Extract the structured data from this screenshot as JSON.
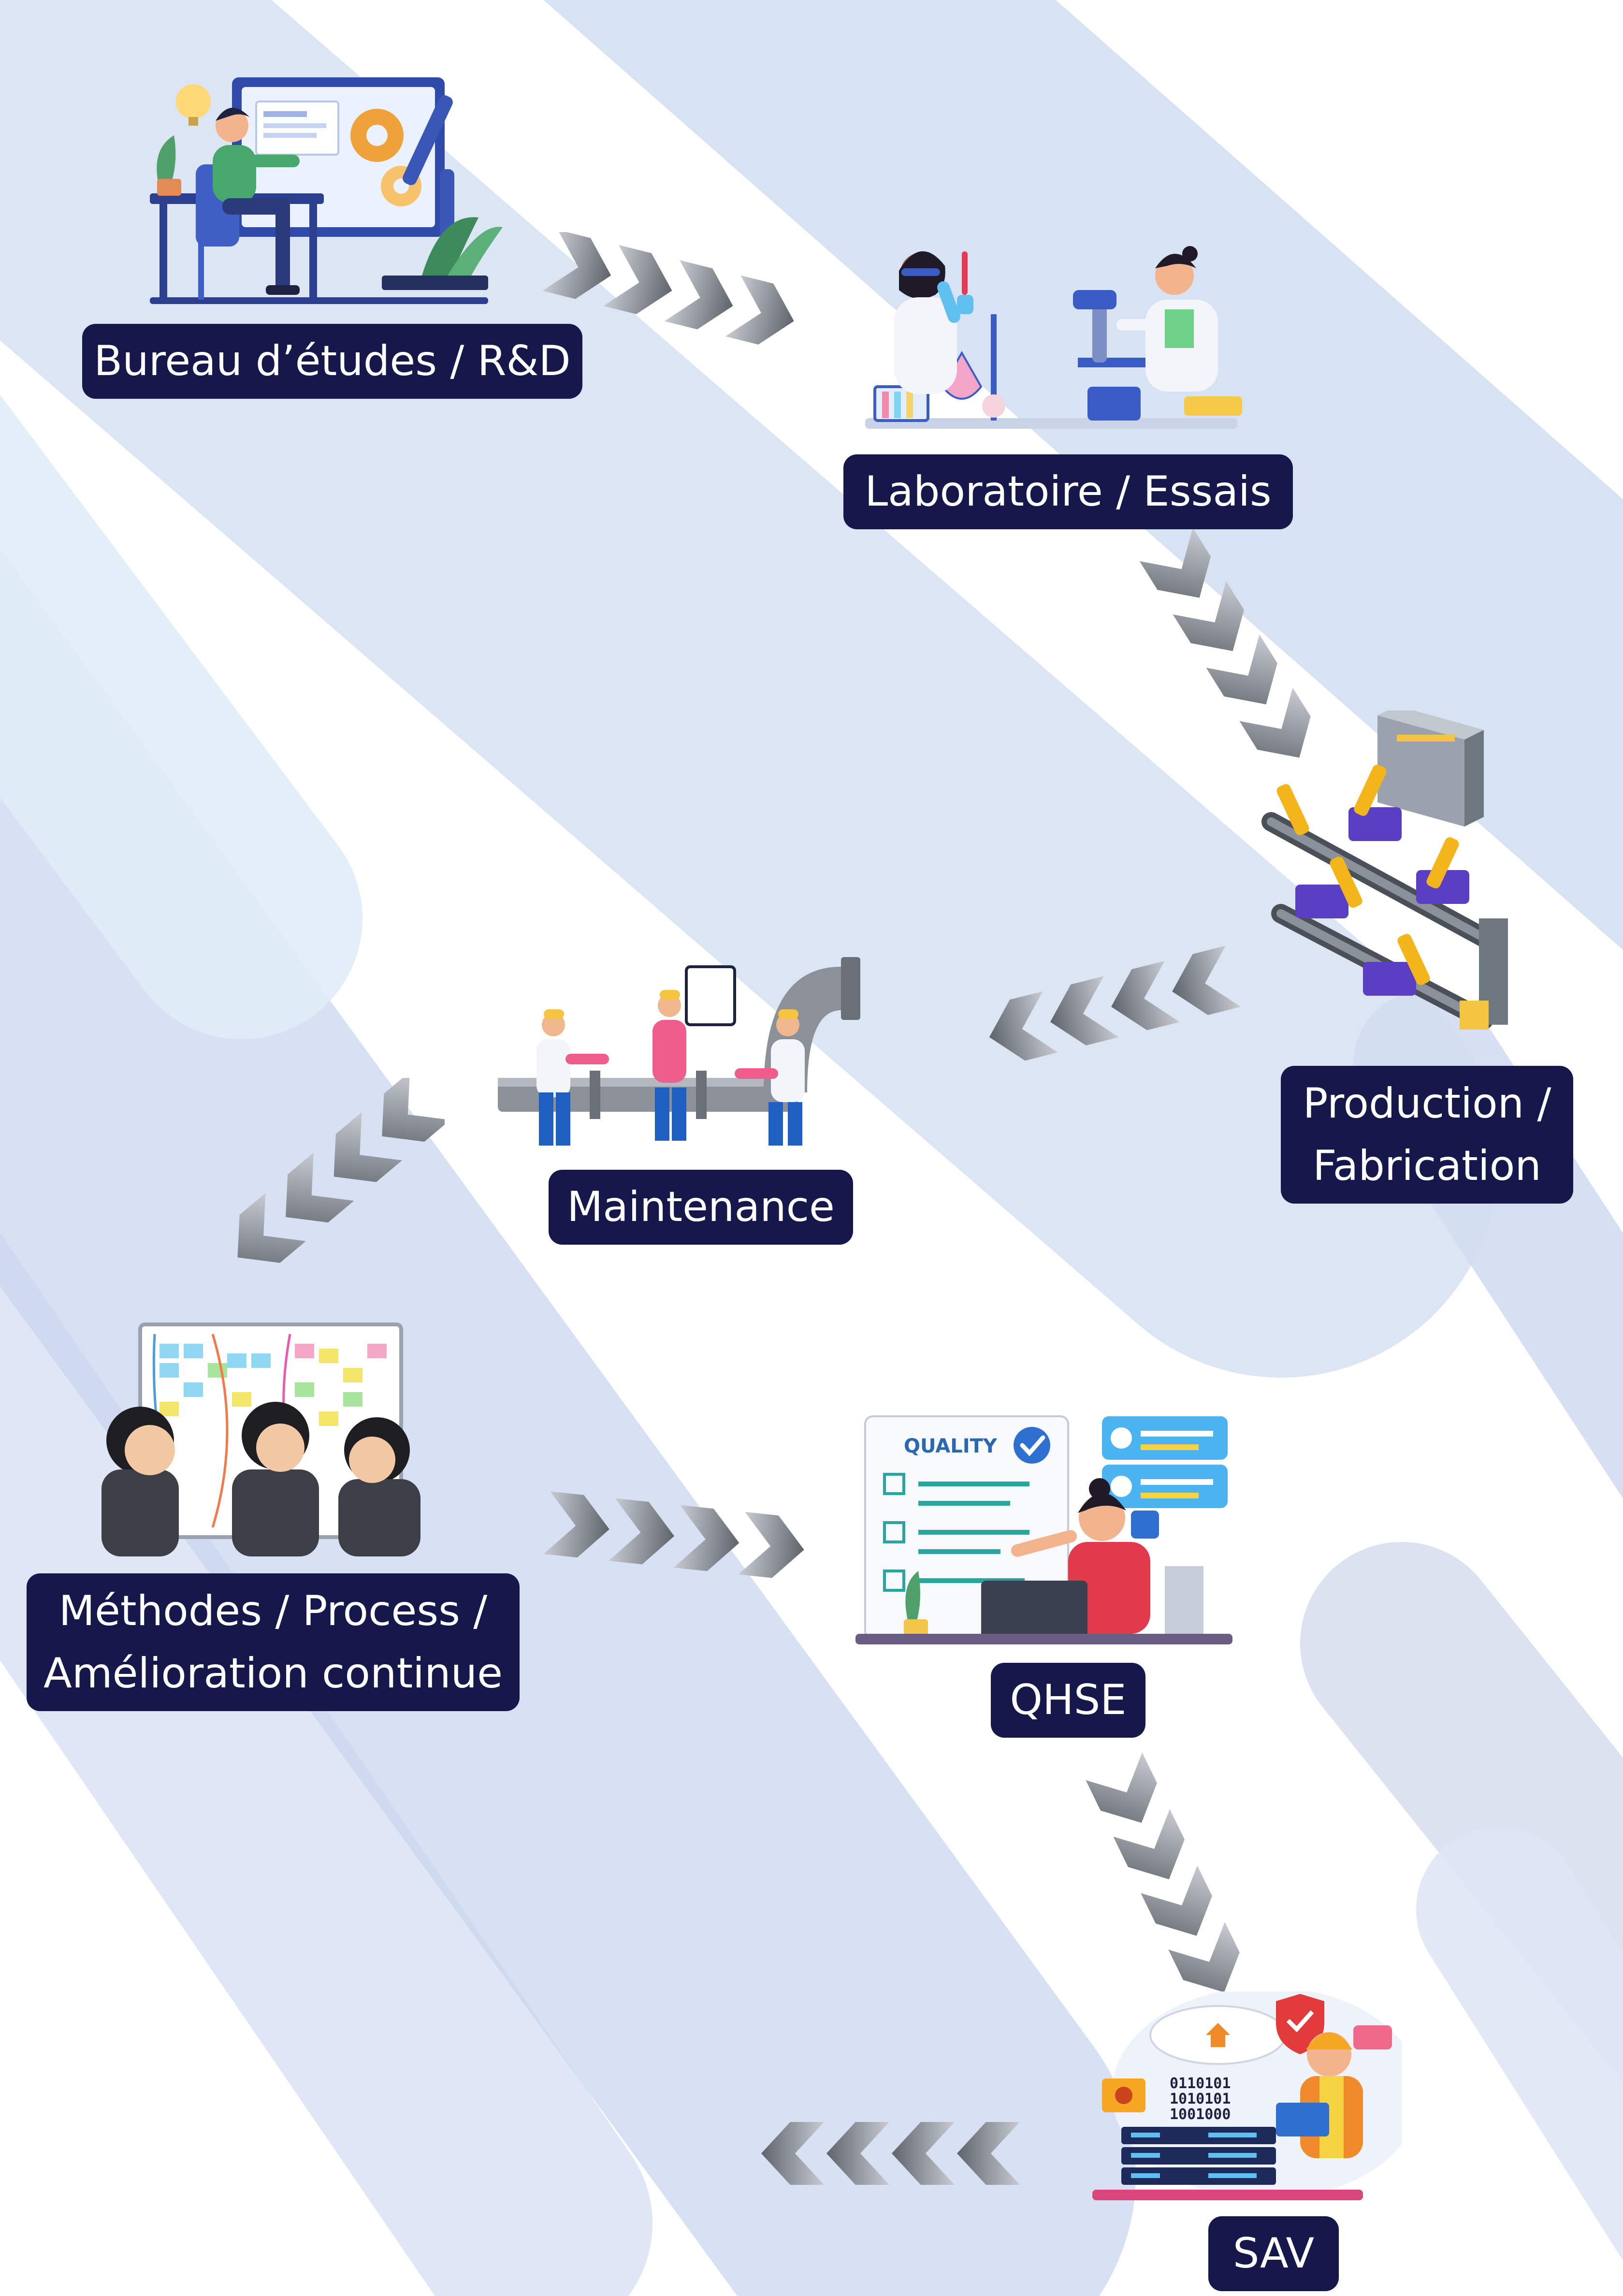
{
  "stages": [
    {
      "id": "bureau",
      "lines": [
        "Bureau d’études / R&D"
      ],
      "icon": "engineer-desk-icon"
    },
    {
      "id": "labo",
      "lines": [
        "Laboratoire / Essais"
      ],
      "icon": "lab-scientists-icon"
    },
    {
      "id": "production",
      "lines": [
        "Production /",
        "Fabrication"
      ],
      "icon": "assembly-line-icon"
    },
    {
      "id": "maintenance",
      "lines": [
        "Maintenance"
      ],
      "icon": "pipe-workers-icon"
    },
    {
      "id": "methodes",
      "lines": [
        "Méthodes / Process /",
        "Amélioration continue"
      ],
      "icon": "team-board-icon"
    },
    {
      "id": "qhse",
      "lines": [
        "QHSE"
      ],
      "icon": "quality-checklist-icon"
    },
    {
      "id": "sav",
      "lines": [
        "SAV"
      ],
      "icon": "server-technician-icon"
    }
  ],
  "qhse_illustration_word": "QUALITY",
  "sav_illustration_binary": [
    "0110101",
    "1010101",
    "1001000"
  ],
  "colors": {
    "label_bg": "#16174a",
    "label_text": "#ffffff",
    "background_band": "#d9e3f3",
    "arrow": "#6f7378",
    "accent_blue": "#3b5cc4"
  }
}
